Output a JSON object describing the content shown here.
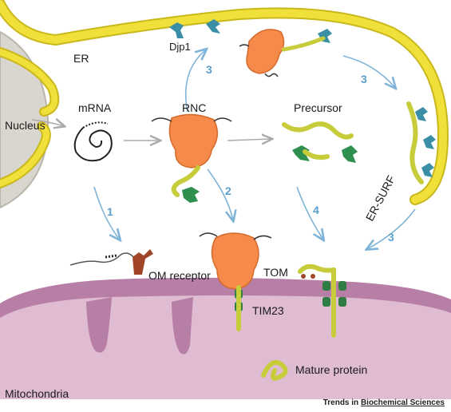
{
  "labels": {
    "er": "ER",
    "djp1": "Djp1",
    "nucleus": "Nucleus",
    "mrna": "mRNA",
    "rnc": "RNC",
    "precursor": "Precursor",
    "er_surf": "ER-SURF",
    "om_receptor": "OM receptor",
    "tom": "TOM",
    "tim23": "TIM23",
    "mature_protein": "Mature protein",
    "mitochondria": "Mitochondria"
  },
  "pathways": {
    "p1": "1",
    "p2": "2",
    "p3a": "3",
    "p3b": "3",
    "p3c": "3",
    "p4": "4"
  },
  "credit": {
    "prefix": "Trends in ",
    "journal": "Biochemical Sciences"
  },
  "colors": {
    "er": "#f2e03a",
    "er_outline": "#c9b81c",
    "nucleus": "#d9d6cf",
    "ribosome": "#f58a4a",
    "precursor": "#c6cc3a",
    "chaperone": "#2f8f4e",
    "djp1": "#3a8fa6",
    "om_receptor": "#a1452a",
    "tim23": "#2f7d45",
    "mito_outer": "#b77ea6",
    "mito_matrix": "#e0bcd2",
    "arrow_blue": "#7fb4d8",
    "arrow_gray": "#aaaaaa"
  }
}
